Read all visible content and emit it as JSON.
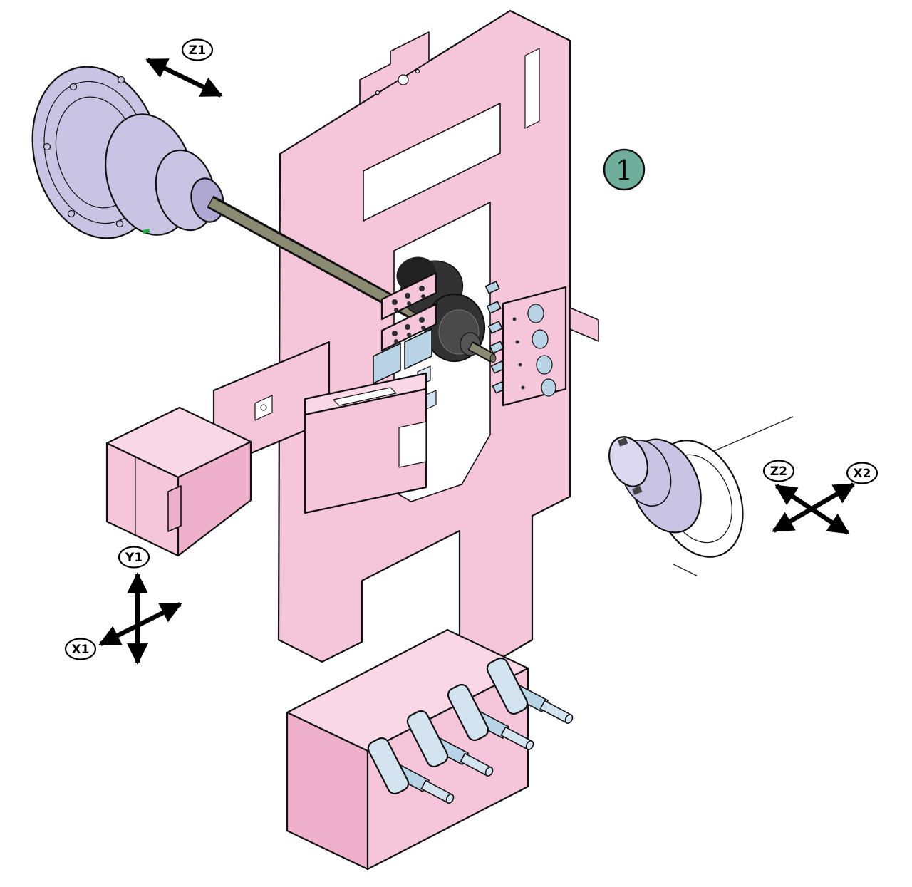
{
  "callout": {
    "number": "1"
  },
  "axes": {
    "z1": {
      "label": "Z1"
    },
    "y1": {
      "label": "Y1"
    },
    "x1": {
      "label": "X1"
    },
    "z2": {
      "label": "Z2"
    },
    "x2": {
      "label": "X2"
    }
  },
  "colors": {
    "background": "#ffffff",
    "frame-pink": "#f5c6da",
    "frame-pink-light": "#f9d7e5",
    "frame-pink-dark": "#eeb0cb",
    "lavender": "#c9c4e4",
    "lavender-light": "#dcd8f0",
    "lavender-dark": "#aea8d2",
    "tool-blue": "#b9d3e6",
    "tool-blue-light": "#d3e3f0",
    "shaft-olive": "#8b8b74",
    "shaft-olive-dark": "#6f6f5c",
    "dark-metal": "#323232",
    "mid-metal": "#555555",
    "callout-green": "#6fae9a",
    "accent-green": "#2ea84f",
    "outline": "#111111"
  }
}
